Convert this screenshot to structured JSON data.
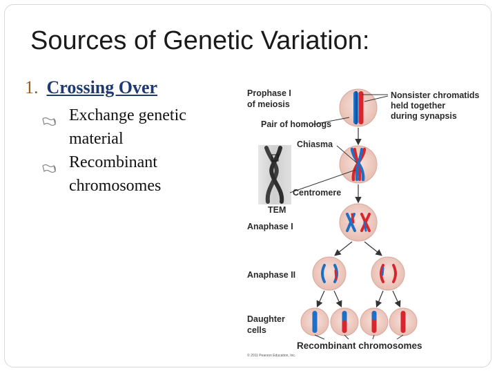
{
  "slide": {
    "title": "Sources of Genetic Variation:",
    "item_number": "1.",
    "item_heading": "Crossing Over",
    "bullets": [
      "Exchange genetic material",
      "Recombinant chromosomes"
    ]
  },
  "figure": {
    "labels": {
      "prophase_1": "Prophase I",
      "prophase_2": "of meiosis",
      "pair": "Pair of homologs",
      "nonsister_1": "Nonsister chromatids",
      "nonsister_2": "held together",
      "nonsister_3": "during synapsis",
      "chiasma": "Chiasma",
      "centromere": "Centromere",
      "tem": "TEM",
      "anaphase1": "Anaphase I",
      "anaphase2": "Anaphase II",
      "daughter_1": "Daughter",
      "daughter_2": "cells",
      "recombinant": "Recombinant chromosomes",
      "copyright": "© 2011 Pearson Education, Inc."
    },
    "colors": {
      "cell_fill": "#f2d3cc",
      "cell_stroke": "#d9a79b",
      "maternal": "#d8262e",
      "paternal": "#1f6fc5",
      "arrow": "#333333"
    }
  }
}
